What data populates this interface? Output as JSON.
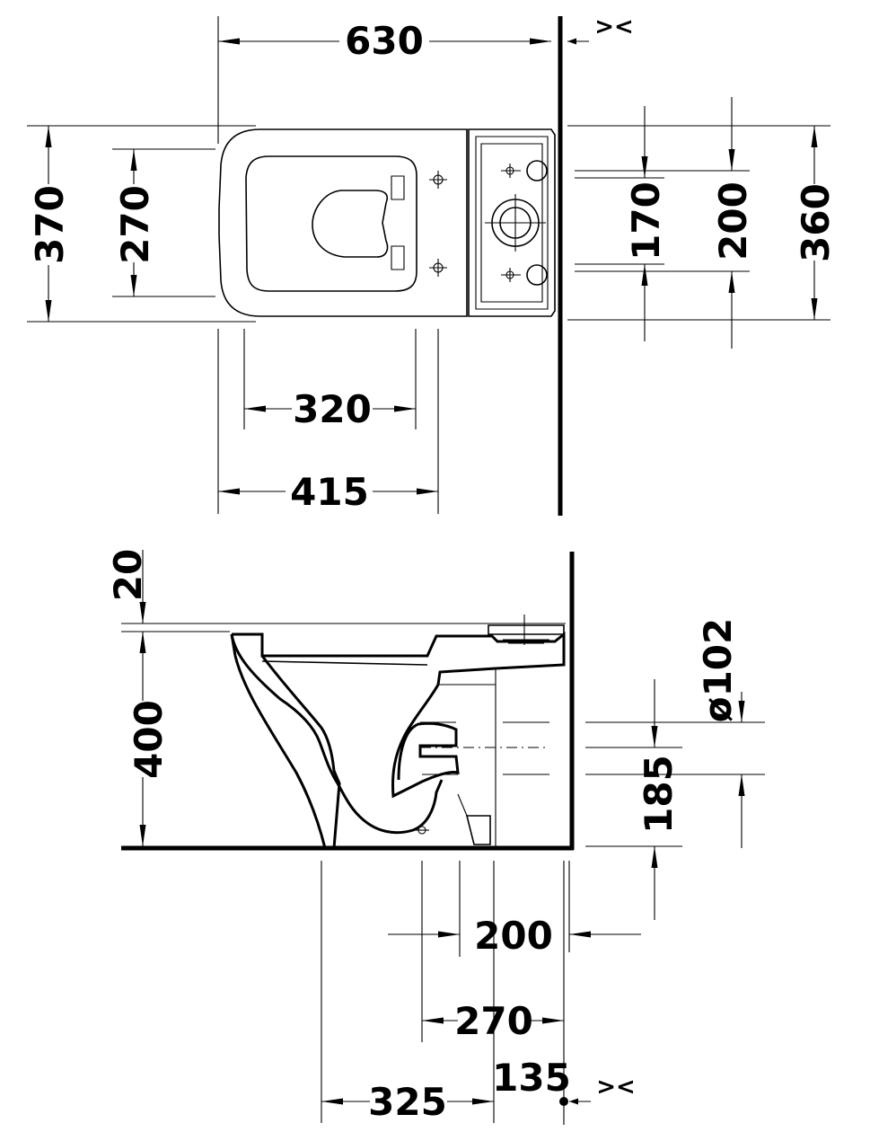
{
  "top_view": {
    "dimensions": {
      "total_length": "630",
      "width_outer": "370",
      "width_seat": "270",
      "fix_spacing_170": "170",
      "fix_spacing_200": "200",
      "tank_width": "360",
      "bowl_inner": "320",
      "bowl_depth": "415"
    },
    "wall_mark": "><"
  },
  "side_view": {
    "dimensions": {
      "seat_gap": "20",
      "height": "400",
      "outlet_diameter": "ø102",
      "outlet_height": "185",
      "outlet_from_wall": "200",
      "axis_270": "270",
      "axis_325": "325",
      "axis_135": "135"
    },
    "wall_mark": "><"
  }
}
